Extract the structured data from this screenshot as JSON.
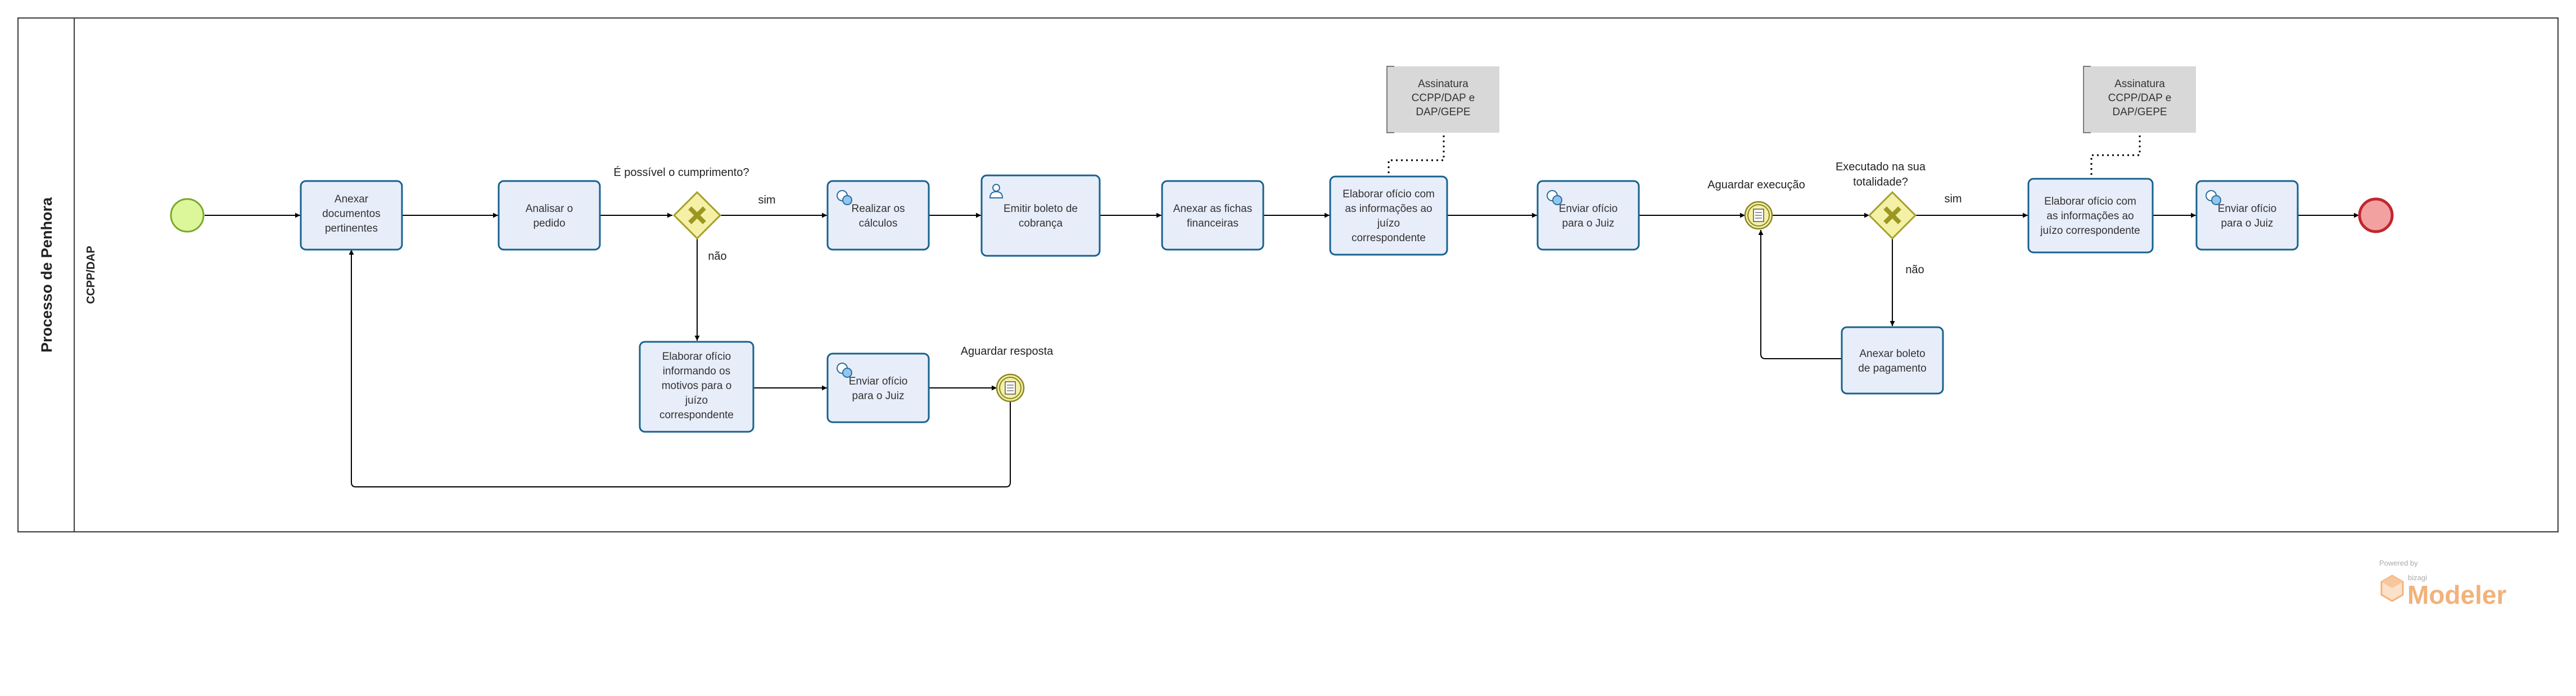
{
  "pool": {
    "title": "Processo  de Penhora",
    "lane": "CCPP/DAP"
  },
  "tasks": {
    "anexar_docs": [
      "Anexar",
      "documentos",
      "pertinentes"
    ],
    "analisar": [
      "Analisar o",
      "pedido"
    ],
    "realizar": [
      "Realizar os",
      "cálculos"
    ],
    "emitir": [
      "Emitir boleto de",
      "cobrança"
    ],
    "anexar_fichas": [
      "Anexar as fichas",
      "financeiras"
    ],
    "elaborar_oficio_1": [
      "Elaborar ofício com",
      "as informações ao",
      "juízo",
      "correspondente"
    ],
    "enviar_1": [
      "Enviar ofício",
      "para o Juiz"
    ],
    "elaborar_motivos": [
      "Elaborar ofício",
      "informando os",
      "motivos para o",
      "juízo",
      "correspondente"
    ],
    "enviar_2": [
      "Enviar ofício",
      "para o Juiz"
    ],
    "anexar_boleto": [
      "Anexar boleto",
      "de pagamento"
    ],
    "elaborar_oficio_2": [
      "Elaborar ofício com",
      "as informações ao",
      "juízo correspondente"
    ],
    "enviar_3": [
      "Enviar ofício",
      "para o Juiz"
    ]
  },
  "gateways": {
    "cumprimento": "É possível o cumprimento?",
    "totalidade": [
      "Executado na sua",
      "totalidade?"
    ]
  },
  "events": {
    "aguardar_execucao": "Aguardar execução",
    "aguardar_resposta": "Aguardar resposta"
  },
  "flow_labels": {
    "sim": "sim",
    "nao": "não"
  },
  "annotations": {
    "assinatura_1": [
      "Assinatura",
      "CCPP/DAP e",
      "DAP/GEPE"
    ],
    "assinatura_2": [
      "Assinatura",
      "CCPP/DAP e",
      "DAP/GEPE"
    ]
  },
  "branding": {
    "powered": "Powered by",
    "company": "bizagi",
    "product": "Modeler"
  },
  "colors": {
    "task_fill": "#e8edfa",
    "task_stroke": "#17628e",
    "start_fill": "#dcf79a",
    "start_stroke": "#7ba82b",
    "end_fill": "#f3a0a0",
    "end_stroke": "#c0272d",
    "gateway_fill": "#f4f0a6",
    "gateway_stroke": "#a4a02a",
    "annotation_fill": "#d8d8d8"
  }
}
